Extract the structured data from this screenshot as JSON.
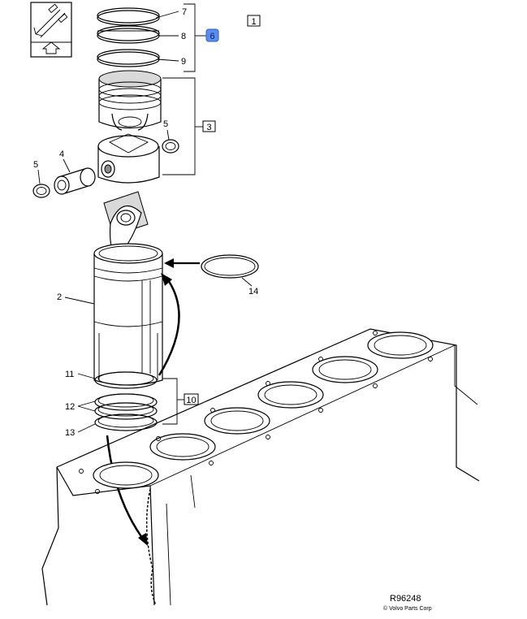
{
  "diagram": {
    "callouts": {
      "c1": "1",
      "c2": "2",
      "c3": "3",
      "c4": "4",
      "c5a": "5",
      "c5b": "5",
      "c6": "6",
      "c7": "7",
      "c8": "8",
      "c9": "9",
      "c10": "10",
      "c11": "11",
      "c12": "12",
      "c13": "13",
      "c14": "14"
    },
    "reference_code": "R96248",
    "copyright": "© Volvo Parts Corp"
  },
  "colors": {
    "highlight_fill": "#5b8def",
    "line": "#000000",
    "background": "#ffffff"
  }
}
